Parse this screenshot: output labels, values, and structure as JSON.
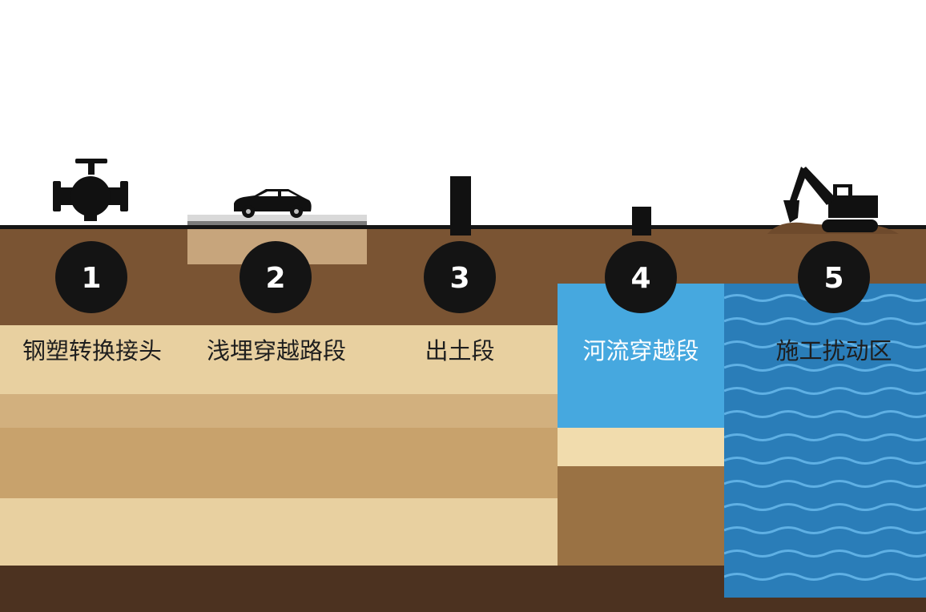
{
  "colors": {
    "sky": "#ffffff",
    "topsoil": "#7a5433",
    "deep_soil": "#4c3220",
    "sand_light": "#e8d0a0",
    "sand_mid": "#d2b07e",
    "sand_dark": "#c8a26c",
    "river_blue": "#46a8df",
    "river_sand": "#f1dcad",
    "river_bed": "#9a7244",
    "disturb_blue": "#2a7db8",
    "wave": "#5fb0e4",
    "badge": "#141414",
    "badge_text": "#ffffff",
    "label_text": "#1e1e1e",
    "label_text_light": "#ffffff",
    "icon": "#111111"
  },
  "segments": [
    {
      "number": "1",
      "label": "钢塑转换接头",
      "icon": "valve-icon"
    },
    {
      "number": "2",
      "label": "浅埋穿越路段",
      "icon": "car-icon"
    },
    {
      "number": "3",
      "label": "出土段",
      "icon": "pipe-riser-icon"
    },
    {
      "number": "4",
      "label": "河流穿越段",
      "icon": "pipe-stub-icon"
    },
    {
      "number": "5",
      "label": "施工扰动区",
      "icon": "excavator-icon"
    }
  ]
}
